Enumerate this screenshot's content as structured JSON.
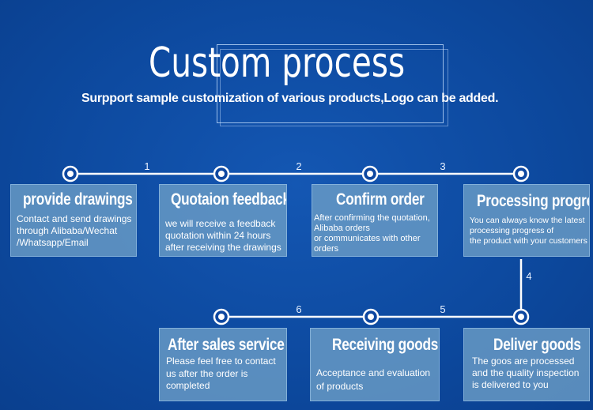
{
  "title": "Custom process",
  "subtitle": "Surpport sample customization of various products,Logo can be added.",
  "step_numbers": [
    "1",
    "2",
    "3",
    "4",
    "5",
    "6"
  ],
  "steps": [
    {
      "title": "provide drawings",
      "text": "Contact and send drawings\nthrough Alibaba/Wechat\n/Whatsapp/Email"
    },
    {
      "title": "Quotaion feedback",
      "text": "we will receive a feedback\nquotation within 24 hours\nafter receiving the drawings"
    },
    {
      "title": "Confirm order",
      "text": "  After confirming the quotation,\nAlibaba orders\n or communicates  with other\norders"
    },
    {
      "title": "Processing progress",
      "text": "You can always know the latest\nprocessing progress  of\nthe product  with your customers"
    },
    {
      "title": "Deliver goods",
      "text": "The goos are processed\nand the quality inspection\nis delivered to you"
    },
    {
      "title": "Receiving goods",
      "text": "Acceptance and evaluation\nof  products"
    },
    {
      "title": "After sales service",
      "text": "Please feel free to contact\nus after the order is\ncompleted"
    }
  ],
  "colors": {
    "background": "#0d47a1",
    "box": "#6a9cc6",
    "line": "#ffffff"
  }
}
